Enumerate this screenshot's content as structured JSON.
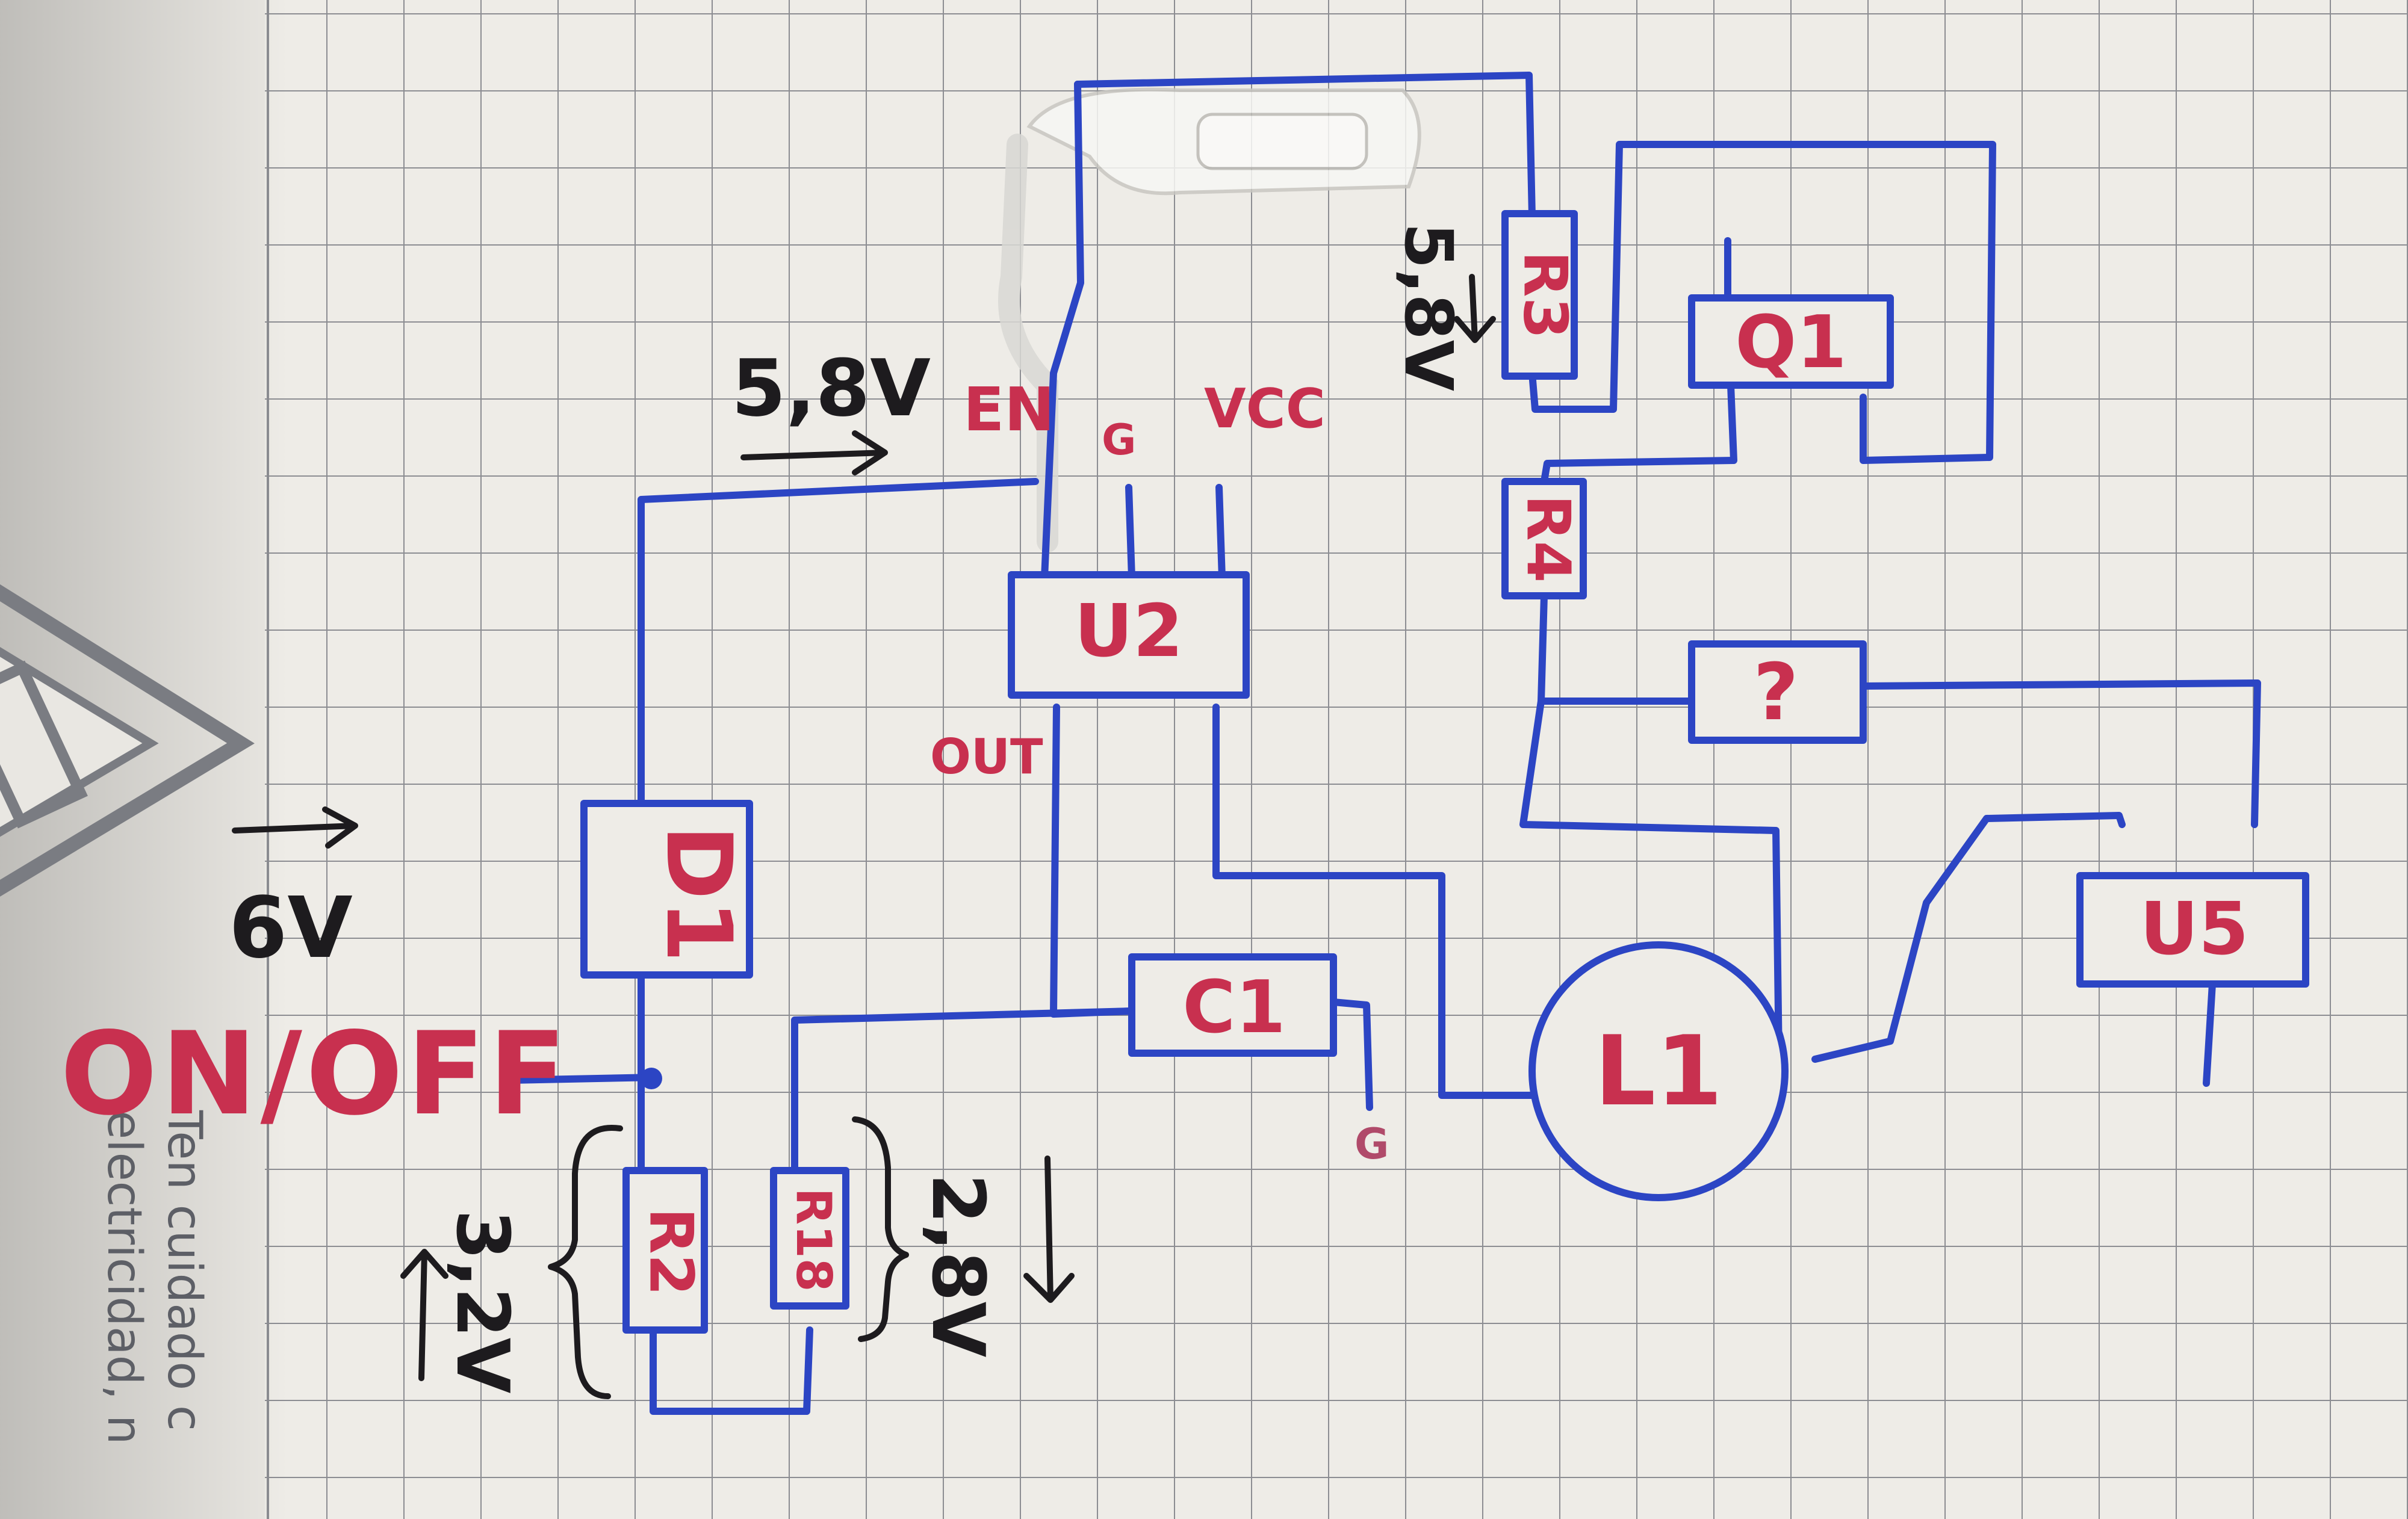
{
  "colors": {
    "paper": "#eeece7",
    "grid": "#8c8d92",
    "wire": "#2c45c4",
    "component_label": "#c8304f",
    "ink": "#1d1b1e",
    "warning_text": "#5d5f66"
  },
  "components": {
    "u2": "U2",
    "d1": "D1",
    "c1": "C1",
    "r2": "R2",
    "r18": "R18",
    "r3": "R3",
    "r4": "R4",
    "q1": "Q1",
    "unknown": "?",
    "u5": "U5",
    "l1": "L1"
  },
  "pins": {
    "en": "EN",
    "g": "G",
    "vcc": "VCC",
    "out": "OUT"
  },
  "labels": {
    "switch": "ON/OFF",
    "ground": "G",
    "v_en": "5,8V",
    "v_r3": "5,8V",
    "v_supply": "6V",
    "v_r2": "3,2V",
    "v_r18": "2,8V"
  },
  "notebook_text": {
    "line1": "Ten cuidado c",
    "line2": "electricidad, n"
  }
}
